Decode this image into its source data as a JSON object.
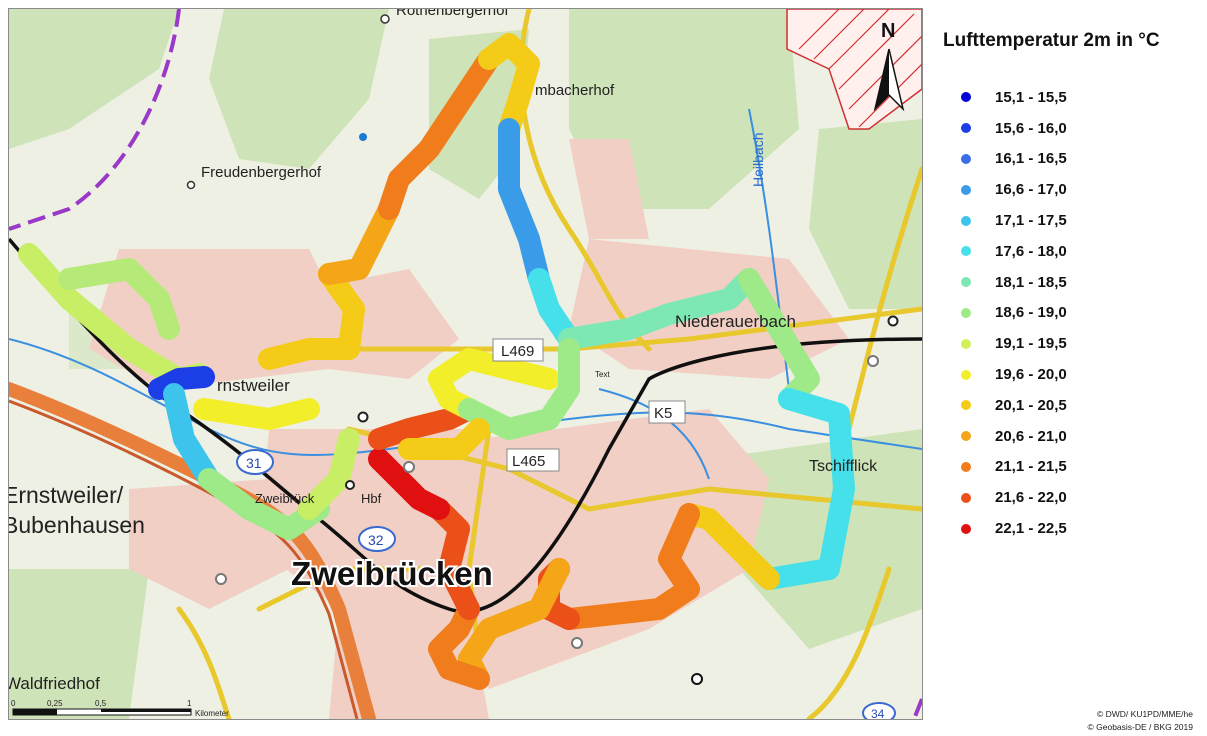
{
  "map": {
    "place_labels": {
      "rothenbergerhof": "Rothenbergerhof",
      "freudenbergerhof": "Freudenbergerhof",
      "mbacherhof": "mbacherhof",
      "heilbach": "Heilbach",
      "niederauerbach": "Niederauerbach",
      "ernstweiler_partial": "rnstweiler",
      "tschifflick": "Tschifflick",
      "ernstweiler_bubenhausen_1": "Ernstweiler/",
      "ernstweiler_bubenhausen_2": "Bubenhausen",
      "zweibruecken": "Zweibrücken",
      "zweibruecken_station": "Zweibrück",
      "hbf": "Hbf",
      "waldfriedhof": "Waldfriedhof",
      "text_marker": "Text"
    },
    "road_labels": {
      "l469": "L469",
      "k5": "K5",
      "l465": "L465",
      "r31": "31",
      "r32": "32",
      "r34": "34"
    },
    "north_arrow": "N",
    "scale_bar": {
      "ticks": [
        "0",
        "0,25",
        "0,5",
        "1"
      ],
      "unit": "Kilometer"
    }
  },
  "legend": {
    "title": "Lufttemperatur 2m in °C",
    "classes": [
      {
        "label": "15,1 - 15,5",
        "color": "#0000d8"
      },
      {
        "label": "15,6 - 16,0",
        "color": "#1c3ee6"
      },
      {
        "label": "16,1 - 16,5",
        "color": "#3c6ee6"
      },
      {
        "label": "16,6 - 17,0",
        "color": "#3a9ce8"
      },
      {
        "label": "17,1 - 17,5",
        "color": "#3cc4ec"
      },
      {
        "label": "17,6 - 18,0",
        "color": "#46e0ea"
      },
      {
        "label": "18,1 - 18,5",
        "color": "#7ee8b4"
      },
      {
        "label": "18,6 - 19,0",
        "color": "#9eea88"
      },
      {
        "label": "19,1 - 19,5",
        "color": "#d2f05a"
      },
      {
        "label": "19,6 - 20,0",
        "color": "#f2ee2a"
      },
      {
        "label": "20,1 - 20,5",
        "color": "#f4cc18"
      },
      {
        "label": "20,6 - 21,0",
        "color": "#f4a618"
      },
      {
        "label": "21,1 - 21,5",
        "color": "#f07c1c"
      },
      {
        "label": "21,6 - 22,0",
        "color": "#ea5018"
      },
      {
        "label": "22,1 - 22,5",
        "color": "#e01010"
      }
    ]
  },
  "credits": [
    "© DWD/ KU1PD/MME/he",
    "© Geobasis-DE / BKG 2019"
  ]
}
